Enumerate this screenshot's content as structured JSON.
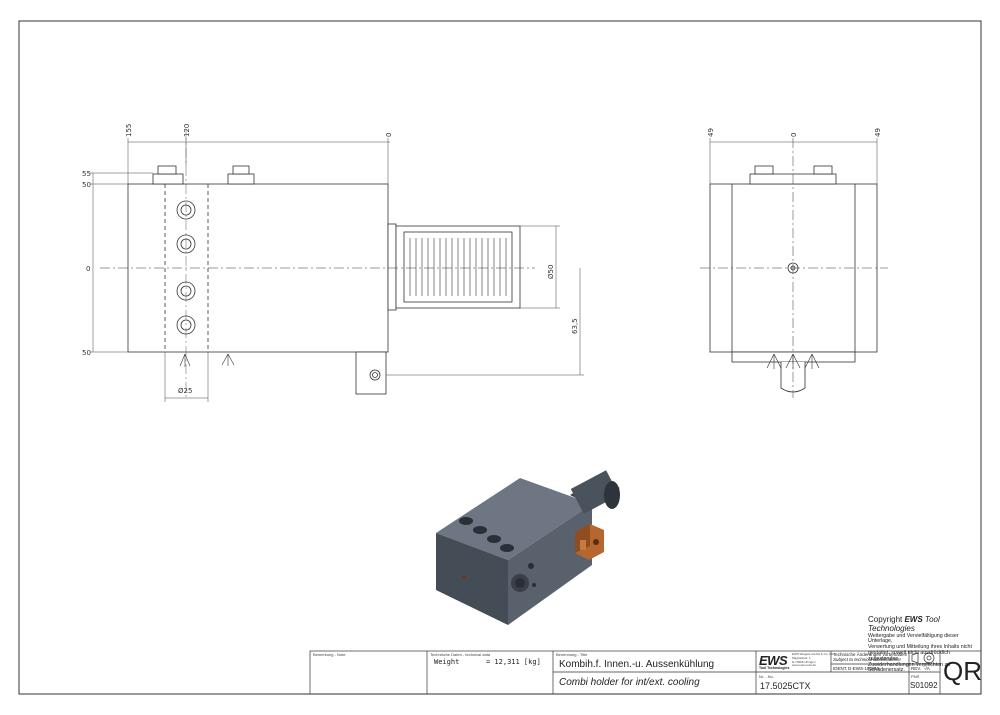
{
  "dims": {
    "d155": "155",
    "d120": "120",
    "d0_top": "0",
    "d55": "55",
    "d50_top": "50",
    "d0_left": "0",
    "d50_bot": "50",
    "d25": "Ø25",
    "d50_dia": "Ø50",
    "d63_5": "63,5",
    "side_49_left": "49",
    "side_0": "0",
    "side_49_right": "49"
  },
  "copyright": {
    "heading_prefix": "Copyright ",
    "heading_brand": "EWS",
    "heading_suffix": " Tool Technologies",
    "lines": [
      "Weitergabe und Vervielfältigung dieser Unterlage,",
      "Verwertung und Mitteilung ihres Inhalts nicht",
      "gestattet, soweit nicht ausdrücklich zugestanden.",
      "Zuwiderhandlungen verpflichten zu Schadenersatz."
    ]
  },
  "title_block": {
    "note_label": "Bemerkung - Note",
    "techdata_label": "Technische Daten - technical data",
    "weight_label": "Weight",
    "weight_value": "= 12,311 [kg]",
    "designation_label": "Benennung - Title",
    "title_de": "Kombih.f. Innen.-u. Aussenkühlung",
    "title_en": "Combi holder for int/ext. cooling",
    "logo": "EWS",
    "logo_sub": "Tool Technologies",
    "company_lines": [
      "EWS Weigele GmbH & Co. KG",
      "Maybachstr. 1",
      "D-73066 Uhingen",
      "www.ews-tools.de"
    ],
    "mod_line1": "Technische Änderungen vorbehalten!",
    "mod_line2": "Subject to technical modifications!",
    "ident_label": "IDENT.",
    "ident_value": "D-EWS-193619",
    "rev_label": "REV.",
    "rev_value": "-/A",
    "nr_label": "Nr. - No.",
    "part_no": "17.5025CTX",
    "pnr_label": "PNR",
    "pnr_value": "S01092",
    "qr": "QR"
  }
}
